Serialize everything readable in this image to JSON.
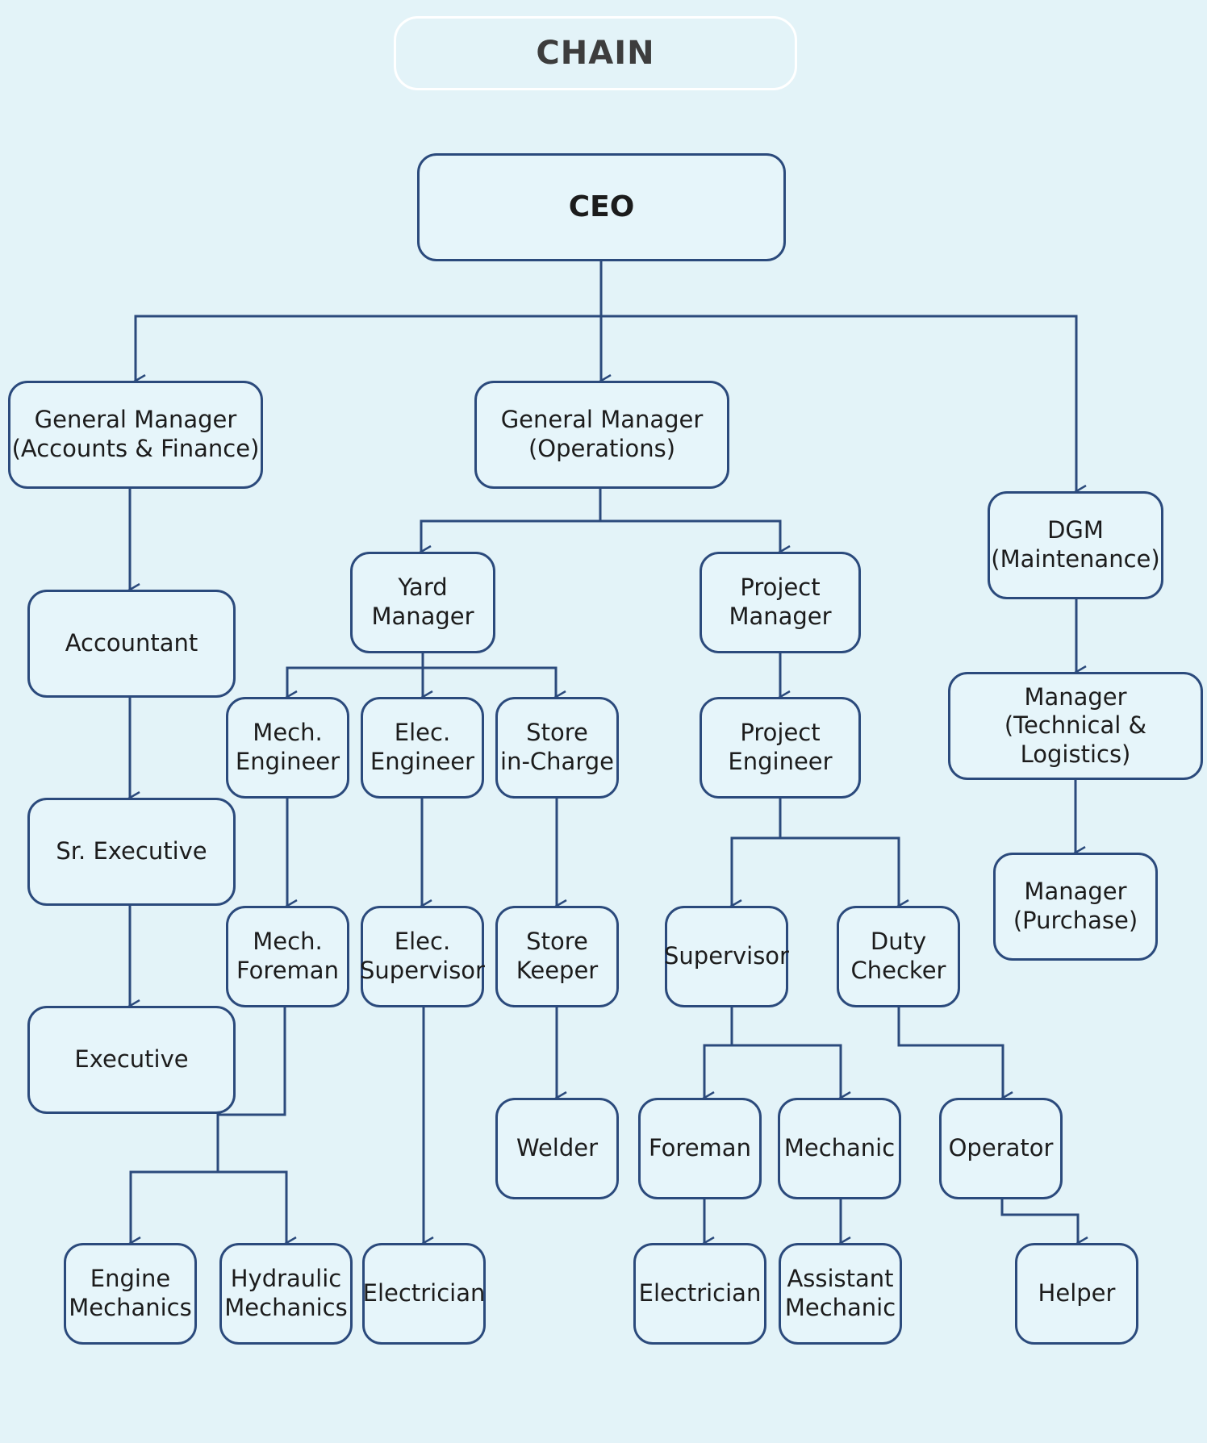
{
  "title": "CHAIN",
  "line_color": "#2b4a7c",
  "nodes": [
    {
      "id": "ceo",
      "label": "CEO"
    },
    {
      "id": "gm_af",
      "label": "General Manager\n(Accounts & Finance)"
    },
    {
      "id": "gm_ops",
      "label": "General Manager\n(Operations)"
    },
    {
      "id": "dgm",
      "label": "DGM\n(Maintenance)"
    },
    {
      "id": "accountant",
      "label": "Accountant"
    },
    {
      "id": "sr_exec",
      "label": "Sr. Executive"
    },
    {
      "id": "exec",
      "label": "Executive"
    },
    {
      "id": "yard_mgr",
      "label": "Yard\nManager"
    },
    {
      "id": "proj_mgr",
      "label": "Project\nManager"
    },
    {
      "id": "mech_eng",
      "label": "Mech.\nEngineer"
    },
    {
      "id": "elec_eng",
      "label": "Elec.\nEngineer"
    },
    {
      "id": "store_ic",
      "label": "Store\nin-Charge"
    },
    {
      "id": "proj_eng",
      "label": "Project\nEngineer"
    },
    {
      "id": "mgr_tl",
      "label": "Manager\n(Technical & Logistics)"
    },
    {
      "id": "mgr_purch",
      "label": "Manager\n(Purchase)"
    },
    {
      "id": "mech_foreman",
      "label": "Mech.\nForeman"
    },
    {
      "id": "elec_sup",
      "label": "Elec.\nSupervisor"
    },
    {
      "id": "store_keeper",
      "label": "Store\nKeeper"
    },
    {
      "id": "supervisor",
      "label": "Supervisor"
    },
    {
      "id": "duty_checker",
      "label": "Duty\nChecker"
    },
    {
      "id": "welder",
      "label": "Welder"
    },
    {
      "id": "foreman",
      "label": "Foreman"
    },
    {
      "id": "mechanic",
      "label": "Mechanic"
    },
    {
      "id": "operator",
      "label": "Operator"
    },
    {
      "id": "engine_mech",
      "label": "Engine\nMechanics"
    },
    {
      "id": "hyd_mech",
      "label": "Hydraulic\nMechanics"
    },
    {
      "id": "electrician_1",
      "label": "Electrician"
    },
    {
      "id": "electrician_2",
      "label": "Electrician"
    },
    {
      "id": "asst_mech",
      "label": "Assistant\nMechanic"
    },
    {
      "id": "helper",
      "label": "Helper"
    }
  ],
  "edges": [
    [
      "ceo",
      "gm_af"
    ],
    [
      "ceo",
      "gm_ops"
    ],
    [
      "ceo",
      "dgm"
    ],
    [
      "gm_af",
      "accountant"
    ],
    [
      "accountant",
      "sr_exec"
    ],
    [
      "sr_exec",
      "exec"
    ],
    [
      "gm_ops",
      "yard_mgr"
    ],
    [
      "gm_ops",
      "proj_mgr"
    ],
    [
      "yard_mgr",
      "mech_eng"
    ],
    [
      "yard_mgr",
      "elec_eng"
    ],
    [
      "yard_mgr",
      "store_ic"
    ],
    [
      "mech_eng",
      "mech_foreman"
    ],
    [
      "elec_eng",
      "elec_sup"
    ],
    [
      "store_ic",
      "store_keeper"
    ],
    [
      "mech_foreman",
      "engine_mech"
    ],
    [
      "mech_foreman",
      "hyd_mech"
    ],
    [
      "elec_sup",
      "electrician_1"
    ],
    [
      "store_keeper",
      "welder"
    ],
    [
      "proj_mgr",
      "proj_eng"
    ],
    [
      "proj_eng",
      "supervisor"
    ],
    [
      "proj_eng",
      "duty_checker"
    ],
    [
      "supervisor",
      "foreman"
    ],
    [
      "supervisor",
      "mechanic"
    ],
    [
      "duty_checker",
      "operator"
    ],
    [
      "foreman",
      "electrician_2"
    ],
    [
      "mechanic",
      "asst_mech"
    ],
    [
      "operator",
      "helper"
    ],
    [
      "dgm",
      "mgr_tl"
    ],
    [
      "mgr_tl",
      "mgr_purch"
    ]
  ]
}
